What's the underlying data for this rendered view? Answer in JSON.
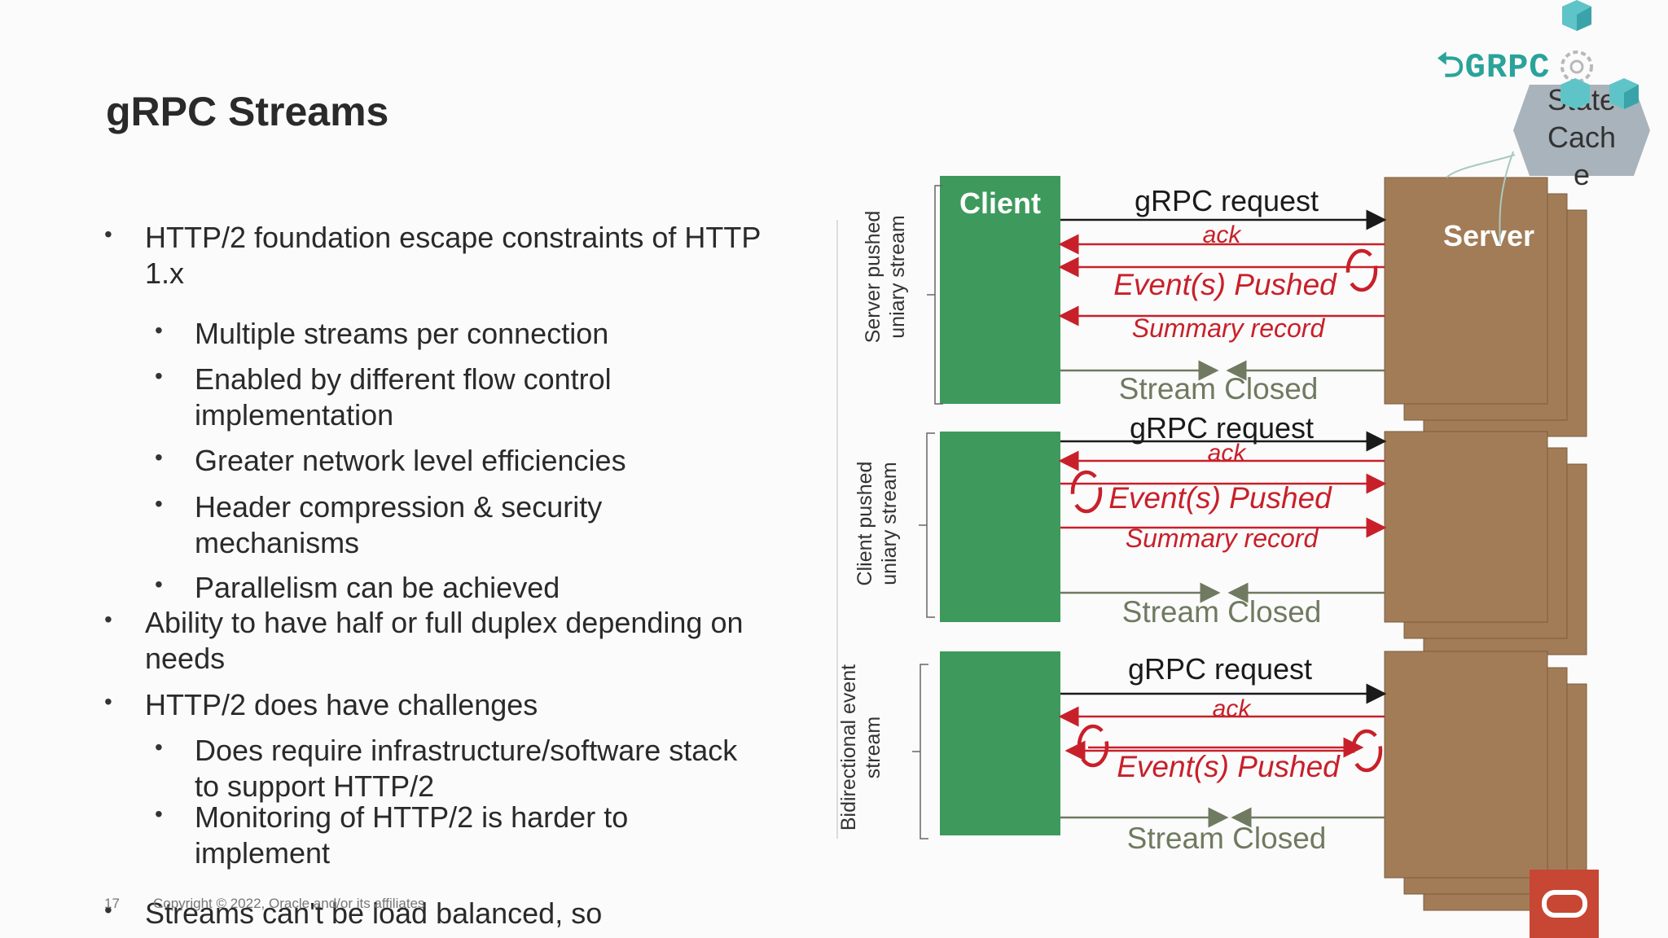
{
  "slide": {
    "title": "gRPC Streams",
    "footer": {
      "page_number": "17",
      "copyright": "Copyright © 2022, Oracle and/or its affiliates"
    }
  },
  "bullets": [
    {
      "level": 1,
      "lines": [
        "HTTP/2 foundation escape constraints of HTTP",
        "1.x"
      ]
    },
    {
      "level": 2,
      "lines": [
        "Multiple streams per connection"
      ]
    },
    {
      "level": 2,
      "lines": [
        "Enabled by different flow control",
        "implementation"
      ]
    },
    {
      "level": 2,
      "lines": [
        "Greater network level efficiencies"
      ]
    },
    {
      "level": 2,
      "lines": [
        "Header compression & security",
        "mechanisms"
      ]
    },
    {
      "level": 2,
      "lines": [
        "Parallelism can be achieved"
      ]
    },
    {
      "level": 1,
      "lines": [
        "Ability to have half or full duplex depending on",
        "needs"
      ]
    },
    {
      "level": 1,
      "lines": [
        "HTTP/2 does have challenges"
      ]
    },
    {
      "level": 2,
      "lines": [
        "Does require infrastructure/software stack",
        "to support HTTP/2"
      ]
    },
    {
      "level": 2,
      "lines": [
        "Monitoring of HTTP/2 is harder to",
        "implement"
      ]
    },
    {
      "level": 1,
      "lines": [
        "Streams can't be load balanced, so"
      ]
    }
  ],
  "diagram": {
    "client_label": "Client",
    "server_label": "Server",
    "logo_text": "GRPC",
    "cache_lines": [
      "State",
      "Cach",
      "e"
    ],
    "colors": {
      "client": "#3d9a5c",
      "server": "#a27c57",
      "server_dark": "#7a5b3e",
      "red": "#c8202a",
      "gray": "#6f7a60",
      "black": "#1a1a1a",
      "cache": "#a9b3bb",
      "cube": "#5fc4c8"
    },
    "sections": [
      {
        "side_label": [
          "Server pushed",
          "uniary stream"
        ],
        "request": "gRPC request",
        "ack": "ack",
        "events": "Event(s) Pushed",
        "summary": "Summary record",
        "closed": "Stream Closed"
      },
      {
        "side_label": [
          "Client pushed",
          "uniary stream"
        ],
        "request": "gRPC request",
        "ack": "ack",
        "events": "Event(s) Pushed",
        "summary": "Summary record",
        "closed": "Stream Closed"
      },
      {
        "side_label": [
          "Bidirectional event",
          "stream"
        ],
        "request": "gRPC request",
        "ack": "ack",
        "events": "Event(s) Pushed",
        "closed": "Stream Closed"
      }
    ]
  }
}
